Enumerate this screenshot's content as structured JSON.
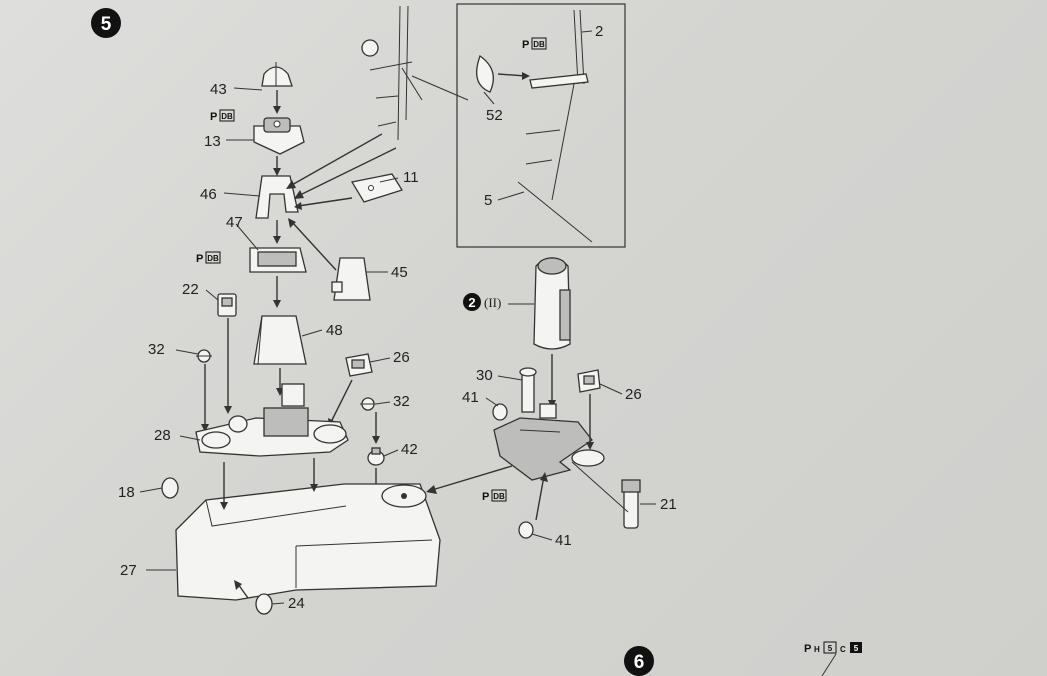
{
  "steps": [
    {
      "number": "5"
    },
    {
      "number": "6"
    }
  ],
  "cross_reference": {
    "number": "2",
    "roman": "(II)"
  },
  "part_labels": [
    {
      "id": "43",
      "text": "43"
    },
    {
      "id": "13",
      "text": "13"
    },
    {
      "id": "46",
      "text": "46"
    },
    {
      "id": "11",
      "text": "11"
    },
    {
      "id": "47",
      "text": "47"
    },
    {
      "id": "45",
      "text": "45"
    },
    {
      "id": "22",
      "text": "22"
    },
    {
      "id": "48",
      "text": "48"
    },
    {
      "id": "32a",
      "text": "32"
    },
    {
      "id": "26a",
      "text": "26"
    },
    {
      "id": "32b",
      "text": "32"
    },
    {
      "id": "28",
      "text": "28"
    },
    {
      "id": "42",
      "text": "42"
    },
    {
      "id": "18",
      "text": "18"
    },
    {
      "id": "27",
      "text": "27"
    },
    {
      "id": "24",
      "text": "24"
    },
    {
      "id": "30",
      "text": "30"
    },
    {
      "id": "41a",
      "text": "41"
    },
    {
      "id": "26b",
      "text": "26"
    },
    {
      "id": "21",
      "text": "21"
    },
    {
      "id": "41b",
      "text": "41"
    },
    {
      "id": "2",
      "text": "2"
    },
    {
      "id": "52",
      "text": "52"
    },
    {
      "id": "5",
      "text": "5"
    }
  ],
  "paint_marks": [
    {
      "id": "pm-13",
      "prefix": "P",
      "code": "DB"
    },
    {
      "id": "pm-47",
      "prefix": "P",
      "code": "DB"
    },
    {
      "id": "pm-inset",
      "prefix": "P",
      "code": "DB"
    },
    {
      "id": "pm-base",
      "prefix": "P",
      "code": "DB"
    }
  ],
  "step6_mark": {
    "prefix": "P",
    "sub": "H",
    "box1": "5",
    "mid": "C",
    "box2": "5"
  }
}
